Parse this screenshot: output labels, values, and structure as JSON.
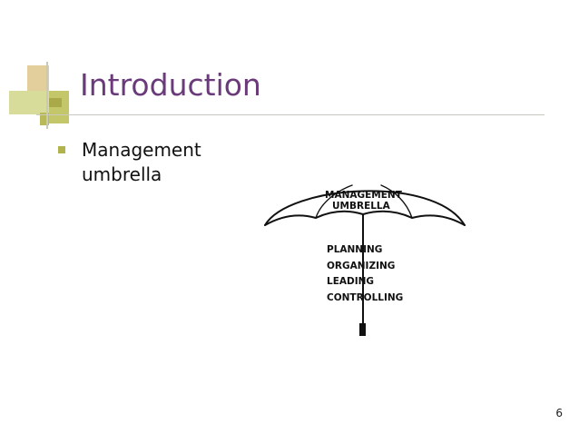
{
  "slide": {
    "title": "Introduction",
    "bullets": [
      {
        "text": "Management umbrella"
      }
    ],
    "number": "6"
  },
  "figure": {
    "canopy_label": [
      "MANAGEMENT",
      "UMBRELLA"
    ],
    "functions": [
      "PLANNING",
      "ORGANIZING",
      "LEADING",
      "CONTROLLING"
    ]
  },
  "colors": {
    "title": "#6a3a7a",
    "bullet_marker": "#b3b34d",
    "deco_tan": "#e3cf9c",
    "deco_green": "#c9d28a",
    "deco_olive": "#a9a94a"
  }
}
